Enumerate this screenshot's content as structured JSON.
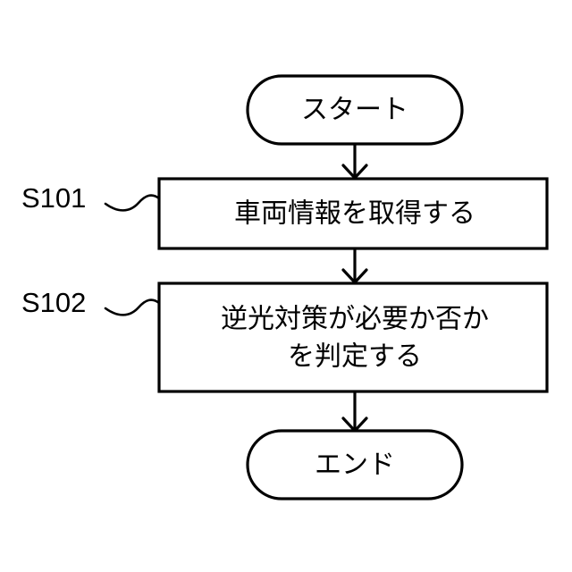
{
  "diagram": {
    "type": "flowchart",
    "title": "",
    "background_color": "#ffffff",
    "line_color": "#000000",
    "nodes": [
      {
        "id": "start",
        "shape": "terminator",
        "label": "スタート",
        "step_id": ""
      },
      {
        "id": "s101",
        "shape": "process",
        "label": "車両情報を取得する",
        "step_id": "S101"
      },
      {
        "id": "s102",
        "shape": "process",
        "label_line1": "逆光対策が必要か否か",
        "label_line2": "を判定する",
        "step_id": "S102"
      },
      {
        "id": "end",
        "shape": "terminator",
        "label": "エンド",
        "step_id": ""
      }
    ],
    "edges": [
      {
        "from": "start",
        "to": "s101",
        "arrow": "down"
      },
      {
        "from": "s101",
        "to": "s102",
        "arrow": "down"
      },
      {
        "from": "s102",
        "to": "end",
        "arrow": "down"
      }
    ],
    "step_labels": [
      {
        "text": "S101",
        "target": "s101"
      },
      {
        "text": "S102",
        "target": "s102"
      }
    ]
  }
}
